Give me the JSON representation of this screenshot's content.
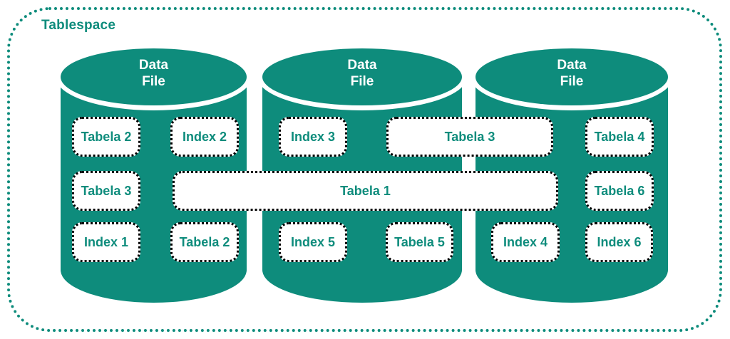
{
  "title": "Tablespace",
  "colors": {
    "teal": "#0E8C7C",
    "box_border": "#000000",
    "box_fill": "#FFFFFF",
    "cylinder_text": "#FFFFFF"
  },
  "cylinders": [
    {
      "label_line1": "Data",
      "label_line2": "File"
    },
    {
      "label_line1": "Data",
      "label_line2": "File"
    },
    {
      "label_line1": "Data",
      "label_line2": "File"
    }
  ],
  "boxes": [
    {
      "label": "Tabela 2"
    },
    {
      "label": "Index 2"
    },
    {
      "label": "Tabela 3"
    },
    {
      "label": "Index 1"
    },
    {
      "label": "Tabela 2"
    },
    {
      "label": "Index 3"
    },
    {
      "label": "Tabela 3"
    },
    {
      "label": "Tabela 1"
    },
    {
      "label": "Index 5"
    },
    {
      "label": "Tabela 5"
    },
    {
      "label": "Tabela 4"
    },
    {
      "label": "Tabela 6"
    },
    {
      "label": "Index 4"
    },
    {
      "label": "Index 6"
    }
  ]
}
